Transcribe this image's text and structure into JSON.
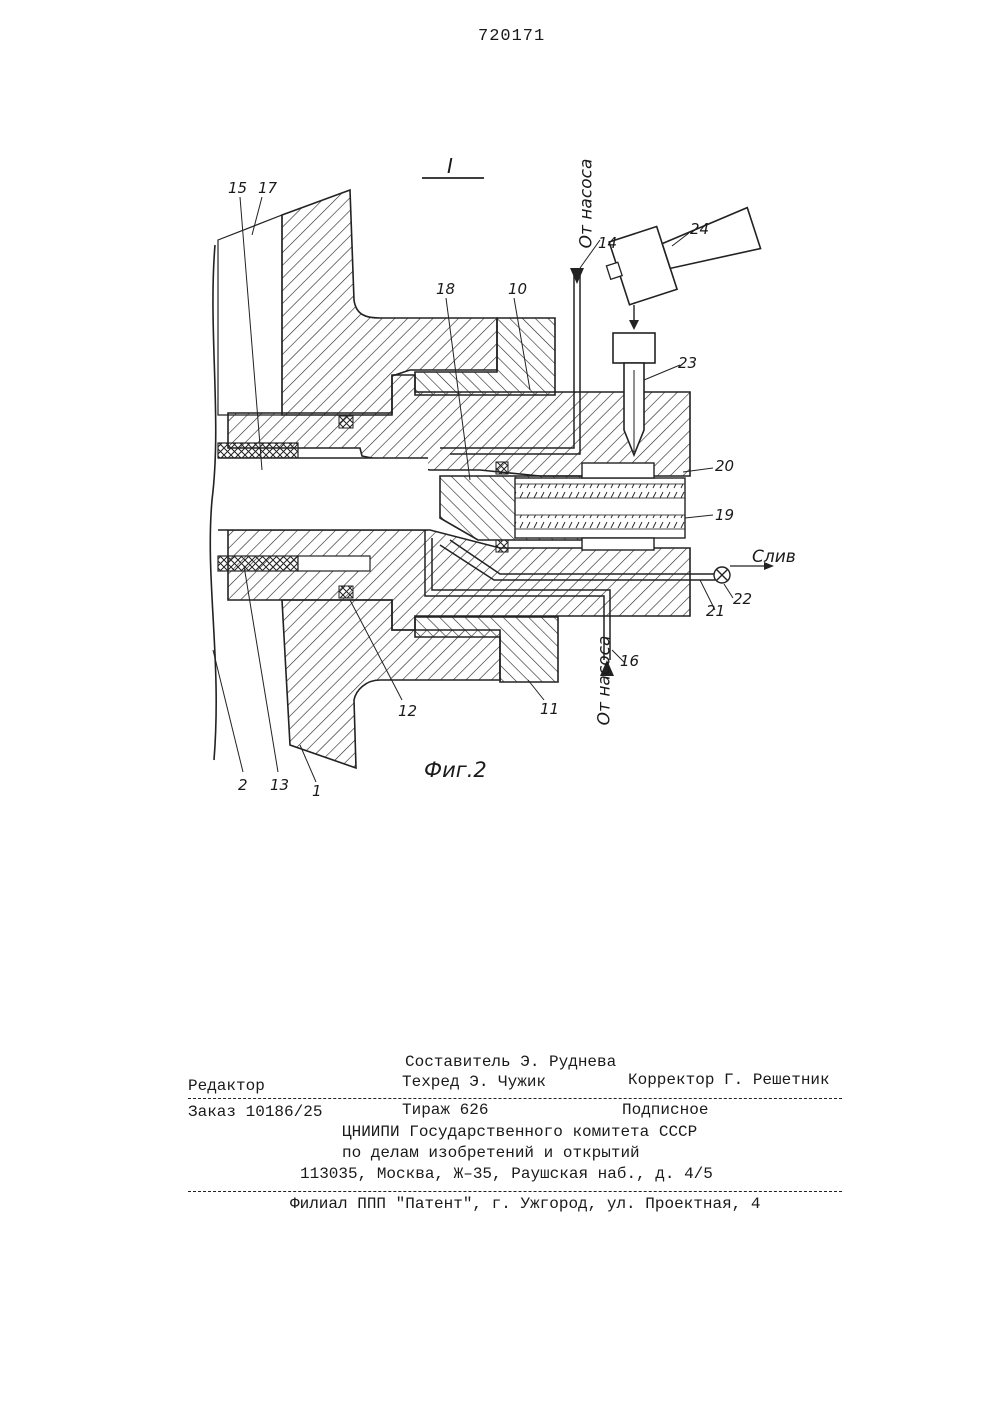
{
  "header": {
    "patent_number": "720171"
  },
  "figure": {
    "section_label": "I",
    "caption": "Фиг.2",
    "flow_top": "От насоса",
    "flow_bottom": "От насоса",
    "drain": "Слив",
    "callouts": {
      "n1": "1",
      "n2": "2",
      "n10": "10",
      "n11": "11",
      "n12": "12",
      "n13": "13",
      "n14": "14",
      "n15": "15",
      "n16": "16",
      "n17": "17",
      "n18": "18",
      "n19": "19",
      "n20": "20",
      "n21": "21",
      "n22": "22",
      "n23": "23",
      "n24": "24"
    }
  },
  "footer": {
    "compiler": "Составитель Э. Руднева",
    "editor_label": "Редактор",
    "techred": "Техред Э. Чужик",
    "corrector": "Корректор Г. Решетник",
    "order": "Заказ 10186/25",
    "print_run": "Тираж 626",
    "subscription": "Подписное",
    "org_line1": "ЦНИИПИ Государственного комитета СССР",
    "org_line2": "по делам изобретений и открытий",
    "address": "113035, Москва, Ж–35, Раушская наб., д. 4/5",
    "branch": "Филиал ППП \"Патент\", г. Ужгород, ул. Проектная, 4"
  }
}
